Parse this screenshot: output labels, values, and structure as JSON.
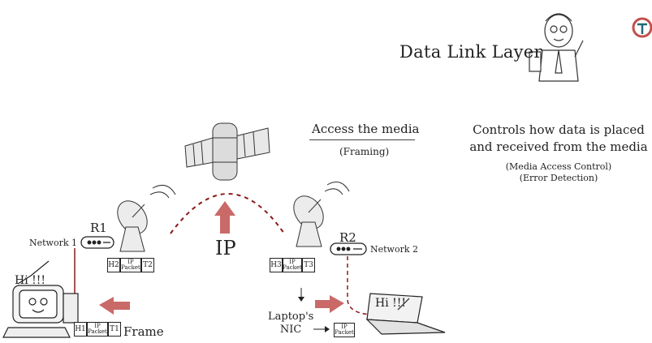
{
  "header": {
    "title": "Data Link Layer"
  },
  "access": {
    "heading": "Access the media",
    "sub": "(Framing)"
  },
  "controls": {
    "line1": "Controls how data is placed",
    "line2": "and received from the media",
    "note1": "(Media Access Control)",
    "note2": "(Error Detection)"
  },
  "routers": {
    "r1": {
      "label": "R1",
      "network": "Network 1"
    },
    "r2": {
      "label": "R2",
      "network": "Network 2"
    }
  },
  "ip_label": "IP",
  "frames": {
    "r1": {
      "h": "H2",
      "p1": "IP",
      "p2": "Packet",
      "t": "T2"
    },
    "r2": {
      "h": "H3",
      "p1": "IP",
      "p2": "Packet",
      "t": "T3"
    },
    "pc": {
      "h": "H1",
      "p1": "IP",
      "p2": "Packet",
      "t": "T1"
    },
    "nic": {
      "p1": "IP",
      "p2": "Packet"
    }
  },
  "frame_label": "Frame",
  "nic_label": {
    "line1": "Laptop's",
    "line2": "NIC"
  },
  "speech": {
    "pc": "Hi !!!",
    "laptop": "Hi !!!"
  },
  "colors": {
    "accent": "#c0504d",
    "line": "#8b1a1a",
    "ink": "#222222"
  },
  "icons": [
    "presenter-cartoon-icon",
    "logo-icon",
    "satellite-icon",
    "dish-antenna-icon",
    "router-icon",
    "desktop-computer-icon",
    "laptop-icon",
    "arrow-up-icon",
    "arrow-left-icon",
    "arrow-right-icon"
  ]
}
